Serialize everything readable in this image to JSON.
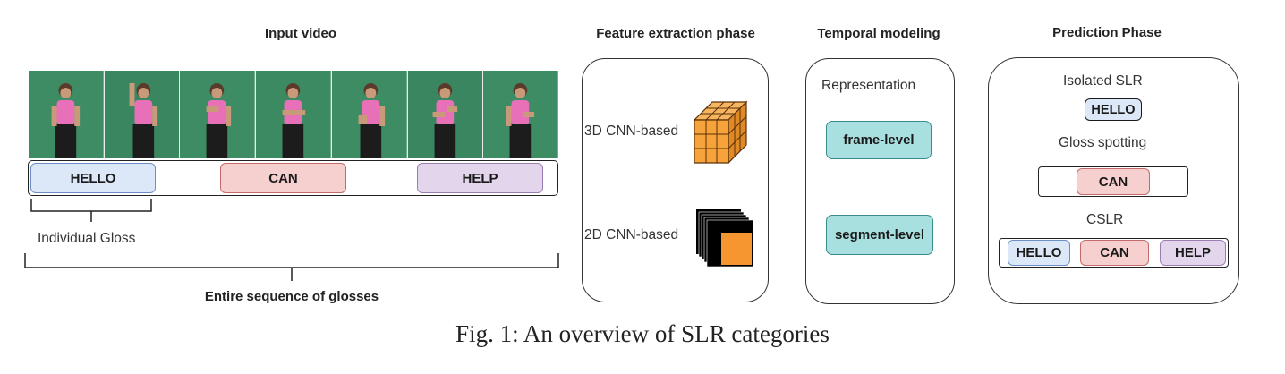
{
  "left": {
    "title": "Input video",
    "glosses": [
      {
        "label": "HELLO",
        "bg": "#dce8f8",
        "border": "#6b8fc4"
      },
      {
        "label": "CAN",
        "bg": "#f6cfcf",
        "border": "#c46b6b"
      },
      {
        "label": "HELP",
        "bg": "#e3d6ec",
        "border": "#9a7eb0"
      }
    ],
    "individual_label": "Individual Gloss",
    "sequence_label": "Entire sequence of glosses"
  },
  "feature": {
    "title": "Feature extraction phase",
    "cnn3d": "3D CNN-based",
    "cnn2d": "2D CNN-based",
    "cube_color": "#f5a33a"
  },
  "temporal": {
    "title": "Temporal modeling",
    "representation": "Representation",
    "frame_level": "frame-level",
    "segment_level": "segment-level",
    "box_color": "#a8e0df"
  },
  "prediction": {
    "title": "Prediction Phase",
    "isolated": "Isolated SLR",
    "isolated_gloss": "HELLO",
    "spotting": "Gloss spotting",
    "spotting_gloss": "CAN",
    "cslr": "CSLR",
    "cslr_glosses": [
      "HELLO",
      "CAN",
      "HELP"
    ]
  },
  "caption": "Fig. 1: An overview of SLR categories",
  "video": {
    "frames": 7,
    "background": "#3f8a63"
  }
}
